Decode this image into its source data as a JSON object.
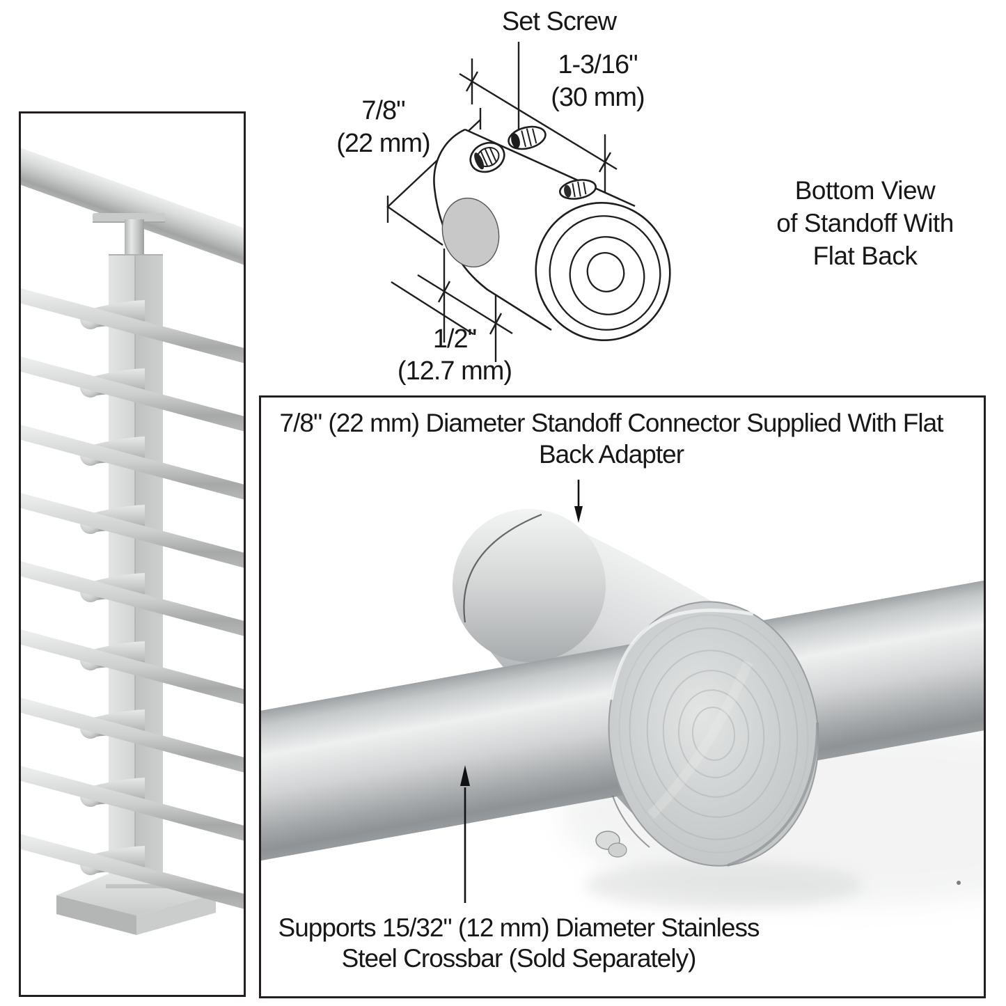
{
  "colors": {
    "frame_border": "#241e20",
    "text": "#171717",
    "line": "#1e1e1e",
    "metal_light": "#f2f3f3",
    "metal_mid": "#c9cccd",
    "metal_dark": "#9a9da0",
    "hole_gray": "#c8c8c8"
  },
  "drawing": {
    "set_screw_label": "Set Screw",
    "length_dim": [
      "1-3/16\"",
      "(30 mm)"
    ],
    "diameter_dim": [
      "7/8\"",
      "(22 mm)"
    ],
    "hole_dim": [
      "1/2\"",
      "(12.7 mm)"
    ]
  },
  "note": [
    "Bottom View",
    "of Standoff With",
    "Flat Back"
  ],
  "photo_panel": {
    "top_caption": [
      "7/8\" (22 mm) Diameter Standoff Connector",
      "Supplied With Flat Back Adapter"
    ],
    "bottom_caption": [
      "Supports 15/32\" (12 mm) Diameter",
      "Stainless Steel Crossbar (Sold Separately)"
    ]
  }
}
